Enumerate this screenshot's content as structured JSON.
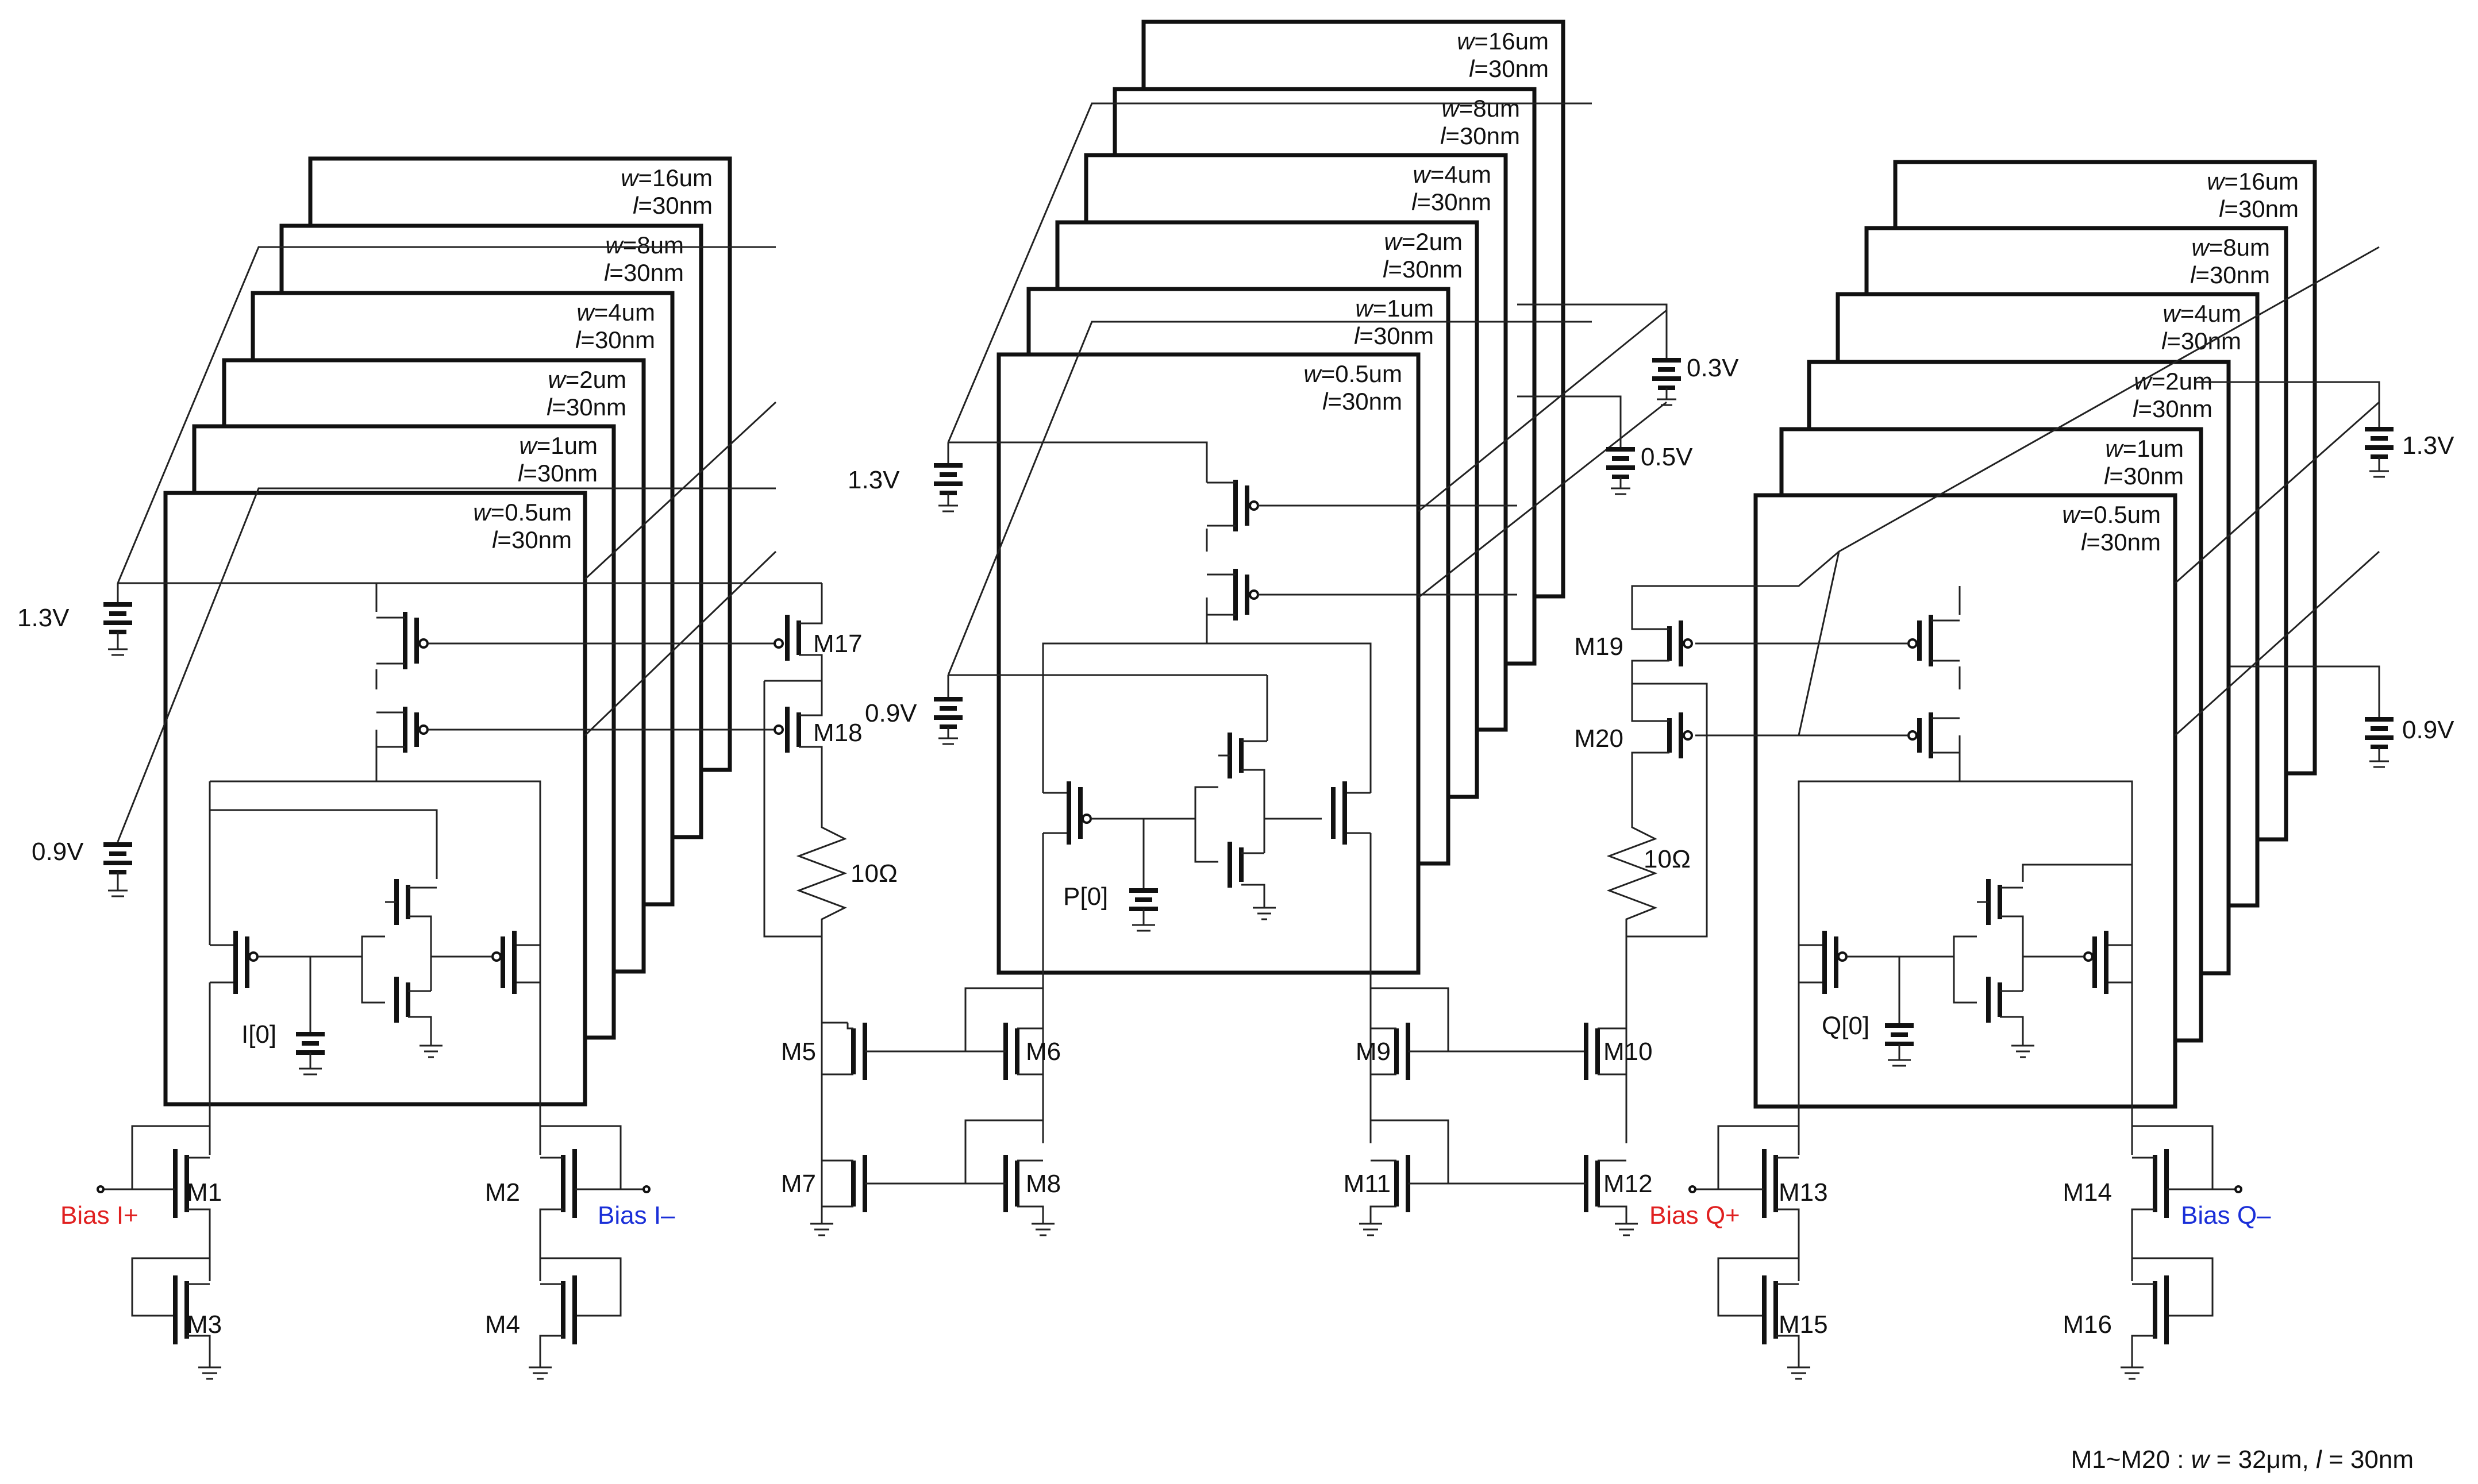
{
  "banks": [
    {
      "id": "I",
      "sizes": [
        {
          "w": "16um",
          "l": "30nm"
        },
        {
          "w": "8um",
          "l": "30nm"
        },
        {
          "w": "4um",
          "l": "30nm"
        },
        {
          "w": "2um",
          "l": "30nm"
        },
        {
          "w": "1um",
          "l": "30nm"
        },
        {
          "w": "0.5um",
          "l": "30nm"
        }
      ],
      "supply_high": "1.3V",
      "supply_mid": "0.9V",
      "control": "I[0]"
    },
    {
      "id": "P",
      "sizes": [
        {
          "w": "16um",
          "l": "30nm"
        },
        {
          "w": "8um",
          "l": "30nm"
        },
        {
          "w": "4um",
          "l": "30nm"
        },
        {
          "w": "2um",
          "l": "30nm"
        },
        {
          "w": "1um",
          "l": "30nm"
        },
        {
          "w": "0.5um",
          "l": "30nm"
        }
      ],
      "supply_high": "1.3V",
      "supply_mid": "0.9V",
      "supply_right_top": "0.3V",
      "supply_right_bottom": "0.5V",
      "control": "P[0]"
    },
    {
      "id": "Q",
      "sizes": [
        {
          "w": "16um",
          "l": "30nm"
        },
        {
          "w": "8um",
          "l": "30nm"
        },
        {
          "w": "4um",
          "l": "30nm"
        },
        {
          "w": "2um",
          "l": "30nm"
        },
        {
          "w": "1um",
          "l": "30nm"
        },
        {
          "w": "0.5um",
          "l": "30nm"
        }
      ],
      "supply_high": "1.3V",
      "supply_mid": "0.9V",
      "control": "Q[0]"
    }
  ],
  "transistors": [
    "M1",
    "M2",
    "M3",
    "M4",
    "M5",
    "M6",
    "M7",
    "M8",
    "M9",
    "M10",
    "M11",
    "M12",
    "M13",
    "M14",
    "M15",
    "M16",
    "M17",
    "M18",
    "M19",
    "M20"
  ],
  "resistor_label": "10Ω",
  "bias": {
    "i_plus": "Bias I+",
    "i_minus": "Bias I–",
    "q_plus": "Bias Q+",
    "q_minus": "Bias Q–"
  },
  "colors": {
    "bias_plus": "#e02020",
    "bias_minus": "#1a2fd8",
    "ink": "#111111"
  },
  "footnote": {
    "devices": "M1~M20 : ",
    "w_sym": "w",
    "w_val": " = 32μm, ",
    "l_sym": "l",
    "l_val": " = 30nm"
  }
}
